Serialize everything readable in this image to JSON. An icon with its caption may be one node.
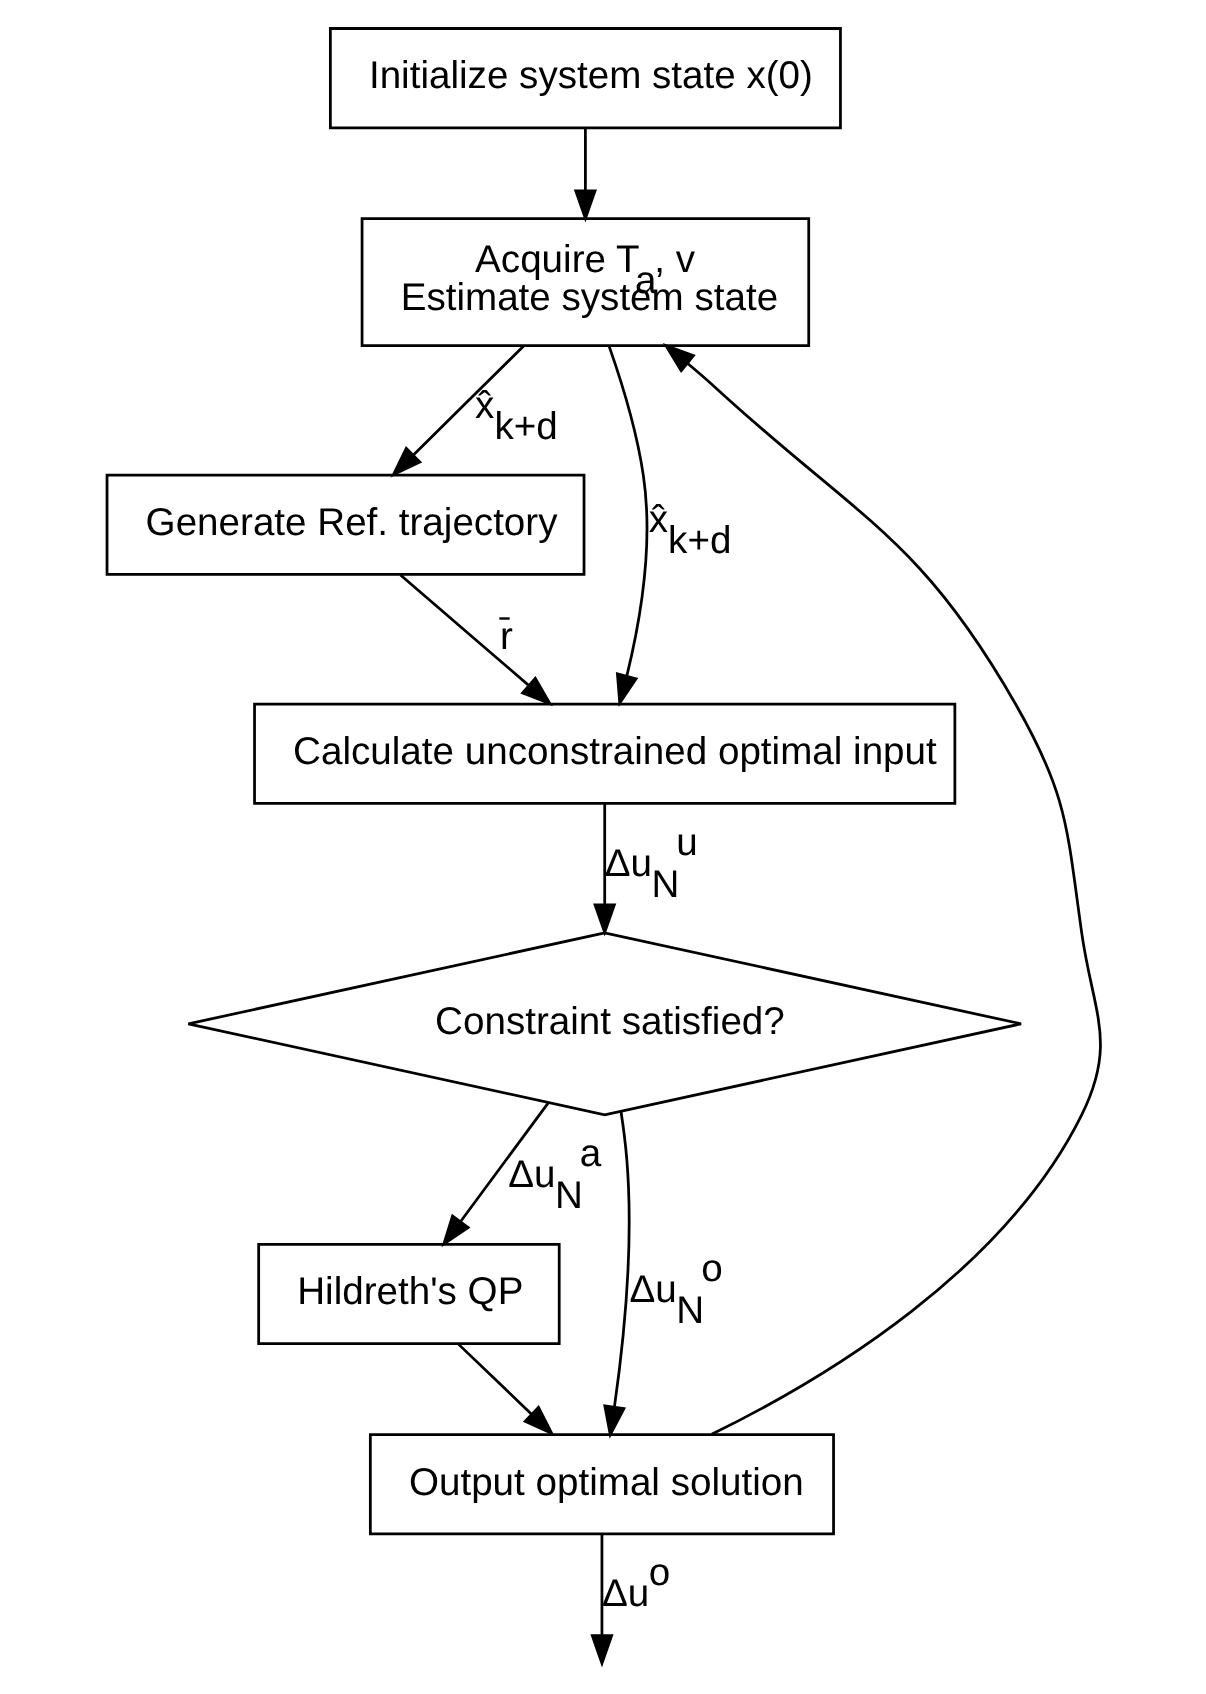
{
  "diagram": {
    "nodes": [
      {
        "text": [
          "Initialize system state x(0)"
        ]
      },
      {
        "text": [
          "Acquire T$_{a}$, v",
          "Estimate system state"
        ]
      },
      {
        "text": [
          "Generate Ref. trajectory"
        ]
      },
      {
        "text": [
          "Calculate unconstrained optimal input"
        ]
      },
      {
        "text": [
          "Constraint satisfied?"
        ]
      },
      {
        "text": [
          "Hildreth's QP"
        ]
      },
      {
        "text": [
          "Output optimal solution"
        ]
      }
    ],
    "edges": [
      {
        "from": 0,
        "to": 1,
        "arrow": "to"
      },
      {
        "from": 1,
        "to": 2,
        "arrow": "to",
        "label": "x̂$_{k+d}$"
      },
      {
        "from": 1,
        "to": 3,
        "arrow": "to",
        "label": "x̂$_{k+d}$"
      },
      {
        "from": 2,
        "to": 3,
        "arrow": "to",
        "label": "r̄"
      },
      {
        "from": 3,
        "to": 4,
        "arrow": "to",
        "label": "Δu$_{N}$$^{u}$"
      },
      {
        "from": 4,
        "to": 5,
        "arrow": "to",
        "label": "Δu$_{N}$$^{a}$"
      },
      {
        "from": 4,
        "to": 6,
        "arrow": "to",
        "label": "Δu$_{N}$$^{o}$"
      },
      {
        "from": 5,
        "to": 6,
        "arrow": "to"
      },
      {
        "from": 6,
        "to": 1,
        "arrow": "to"
      },
      {
        "from": 6,
        "to": null,
        "arrow": "to",
        "label": "Δu$^{o}$"
      }
    ]
  }
}
